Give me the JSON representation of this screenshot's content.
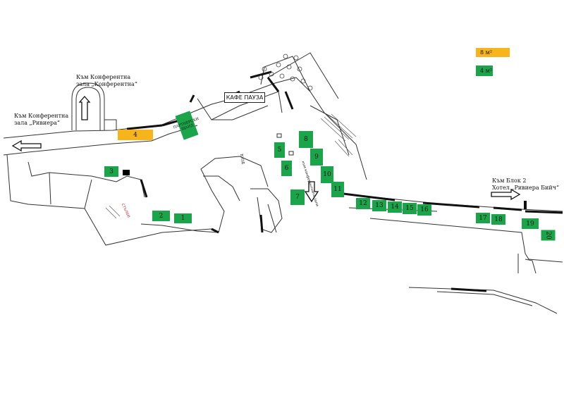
{
  "legend": [
    {
      "label": "8 м²",
      "color": "#f7b51b"
    },
    {
      "label": "4 м²",
      "color": "#1aa54a"
    }
  ],
  "directions": {
    "riviera_hall": "Към Конферентна\nзала „Ривиера“",
    "conference_hall": "Към Конферентна\nзала „Конферентна“",
    "block2": "Към Блок 2\nХотел „Ривиера Бийч“"
  },
  "cafe_label": "КАФЕ ПАУЗА",
  "small_texts": {
    "stairs_left": "СТЪЛБИ",
    "green_vertical": "ПАРТНЕРСКИ\nЩАНД",
    "corridor_note": "към конферентните зали",
    "vertical_room": "ВХОД"
  },
  "booths": [
    "1",
    "2",
    "3",
    "4",
    "5",
    "6",
    "7",
    "8",
    "9",
    "10",
    "11",
    "12",
    "13",
    "14",
    "15",
    "16",
    "17",
    "18",
    "19",
    "20"
  ]
}
